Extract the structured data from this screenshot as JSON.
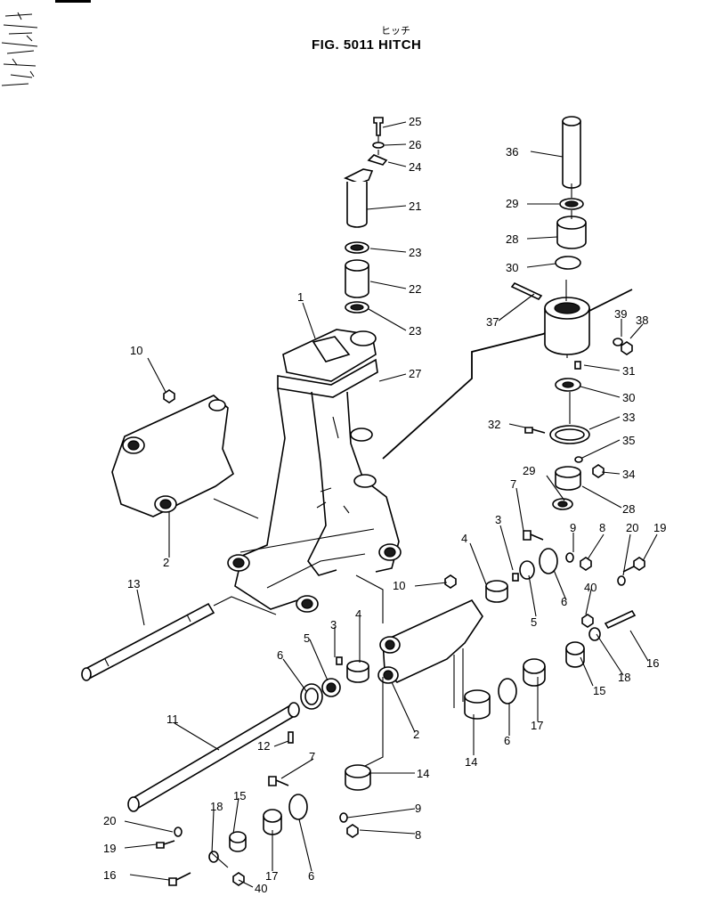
{
  "figure": {
    "kana": "ヒッチ",
    "title": "FIG. 5011   HITCH"
  },
  "callouts": [
    {
      "id": "c25",
      "text": "25"
    },
    {
      "id": "c26",
      "text": "26"
    },
    {
      "id": "c24",
      "text": "24"
    },
    {
      "id": "c21",
      "text": "21"
    },
    {
      "id": "c23a",
      "text": "23"
    },
    {
      "id": "c22",
      "text": "22"
    },
    {
      "id": "c23b",
      "text": "23"
    },
    {
      "id": "c1",
      "text": "1"
    },
    {
      "id": "c27",
      "text": "27"
    },
    {
      "id": "c10a",
      "text": "10"
    },
    {
      "id": "c2a",
      "text": "2"
    },
    {
      "id": "c13",
      "text": "13"
    },
    {
      "id": "c36",
      "text": "36"
    },
    {
      "id": "c29a",
      "text": "29"
    },
    {
      "id": "c28a",
      "text": "28"
    },
    {
      "id": "c30a",
      "text": "30"
    },
    {
      "id": "c37",
      "text": "37"
    },
    {
      "id": "c39",
      "text": "39"
    },
    {
      "id": "c38",
      "text": "38"
    },
    {
      "id": "c31",
      "text": "31"
    },
    {
      "id": "c30b",
      "text": "30"
    },
    {
      "id": "c33",
      "text": "33"
    },
    {
      "id": "c32",
      "text": "32"
    },
    {
      "id": "c35",
      "text": "35"
    },
    {
      "id": "c29b",
      "text": "29"
    },
    {
      "id": "c34",
      "text": "34"
    },
    {
      "id": "c28b",
      "text": "28"
    },
    {
      "id": "c7a",
      "text": "7"
    },
    {
      "id": "c3a",
      "text": "3"
    },
    {
      "id": "c9a",
      "text": "9"
    },
    {
      "id": "c8a",
      "text": "8"
    },
    {
      "id": "c20a",
      "text": "20"
    },
    {
      "id": "c19a",
      "text": "19"
    },
    {
      "id": "c4a",
      "text": "4"
    },
    {
      "id": "c10b",
      "text": "10"
    },
    {
      "id": "c6a",
      "text": "6"
    },
    {
      "id": "c5a",
      "text": "5"
    },
    {
      "id": "c40a",
      "text": "40"
    },
    {
      "id": "c16a",
      "text": "16"
    },
    {
      "id": "c18a",
      "text": "18"
    },
    {
      "id": "c15a",
      "text": "15"
    },
    {
      "id": "c3b",
      "text": "3"
    },
    {
      "id": "c4b",
      "text": "4"
    },
    {
      "id": "c5b",
      "text": "5"
    },
    {
      "id": "c6b",
      "text": "6"
    },
    {
      "id": "c11",
      "text": "11"
    },
    {
      "id": "c12",
      "text": "12"
    },
    {
      "id": "c2b",
      "text": "2"
    },
    {
      "id": "c17a",
      "text": "17"
    },
    {
      "id": "c6c",
      "text": "6"
    },
    {
      "id": "c14a",
      "text": "14"
    },
    {
      "id": "c7b",
      "text": "7"
    },
    {
      "id": "c14b",
      "text": "14"
    },
    {
      "id": "c9b",
      "text": "9"
    },
    {
      "id": "c8b",
      "text": "8"
    },
    {
      "id": "c20b",
      "text": "20"
    },
    {
      "id": "c18b",
      "text": "18"
    },
    {
      "id": "c15b",
      "text": "15"
    },
    {
      "id": "c19b",
      "text": "19"
    },
    {
      "id": "c16b",
      "text": "16"
    },
    {
      "id": "c17b",
      "text": "17"
    },
    {
      "id": "c6d",
      "text": "6"
    },
    {
      "id": "c40b",
      "text": "40"
    }
  ]
}
